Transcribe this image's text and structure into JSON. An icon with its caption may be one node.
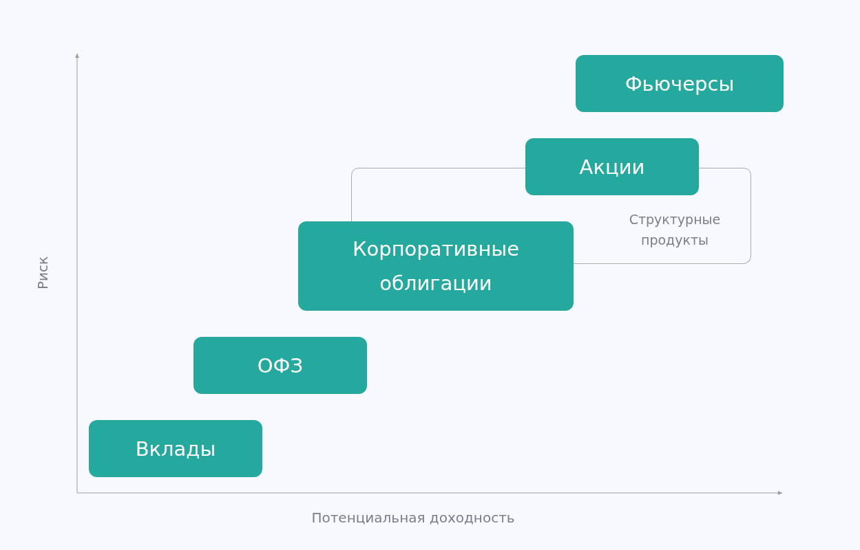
{
  "diagram": {
    "nodes": [
      {
        "text": [
          "Фьючерсы"
        ]
      },
      {
        "text": [
          "Акции"
        ]
      },
      {
        "text": [
          "Структурные продукты"
        ]
      },
      {
        "text": [
          "Корпоративные облигации"
        ]
      },
      {
        "text": [
          "ОФЗ"
        ]
      },
      {
        "text": [
          "Вклады"
        ]
      }
    ],
    "edges": [],
    "labels": [
      "Риск",
      "Потенциальная доходность"
    ]
  }
}
